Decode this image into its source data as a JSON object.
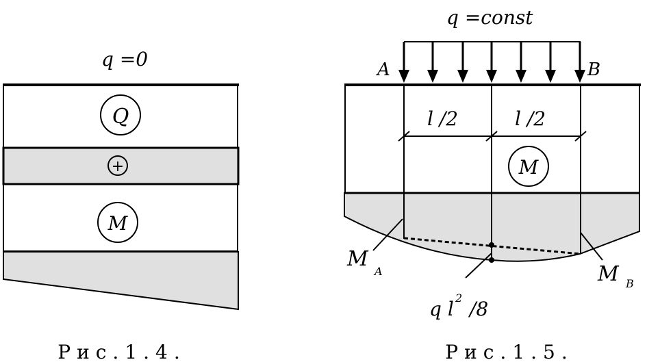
{
  "fig4": {
    "load": "q =0",
    "q_diagram_label": "Q",
    "q_sign": "+",
    "m_diagram_label": "M",
    "caption": "Рис.1.4."
  },
  "fig5": {
    "load": "q =const",
    "support_a": "A",
    "support_b": "B",
    "span_half_left": "l /2",
    "span_half_right": "l /2",
    "m_diagram_label": "M",
    "moment_a": {
      "main": "M",
      "sub": "A"
    },
    "moment_b": {
      "main": "M",
      "sub": "B"
    },
    "midspan": {
      "q": "q l",
      "exp": "2",
      "div": "/8"
    },
    "caption": "Рис.1.5."
  },
  "colors": {
    "ink": "#000000",
    "fill": "#e0e0e0"
  }
}
